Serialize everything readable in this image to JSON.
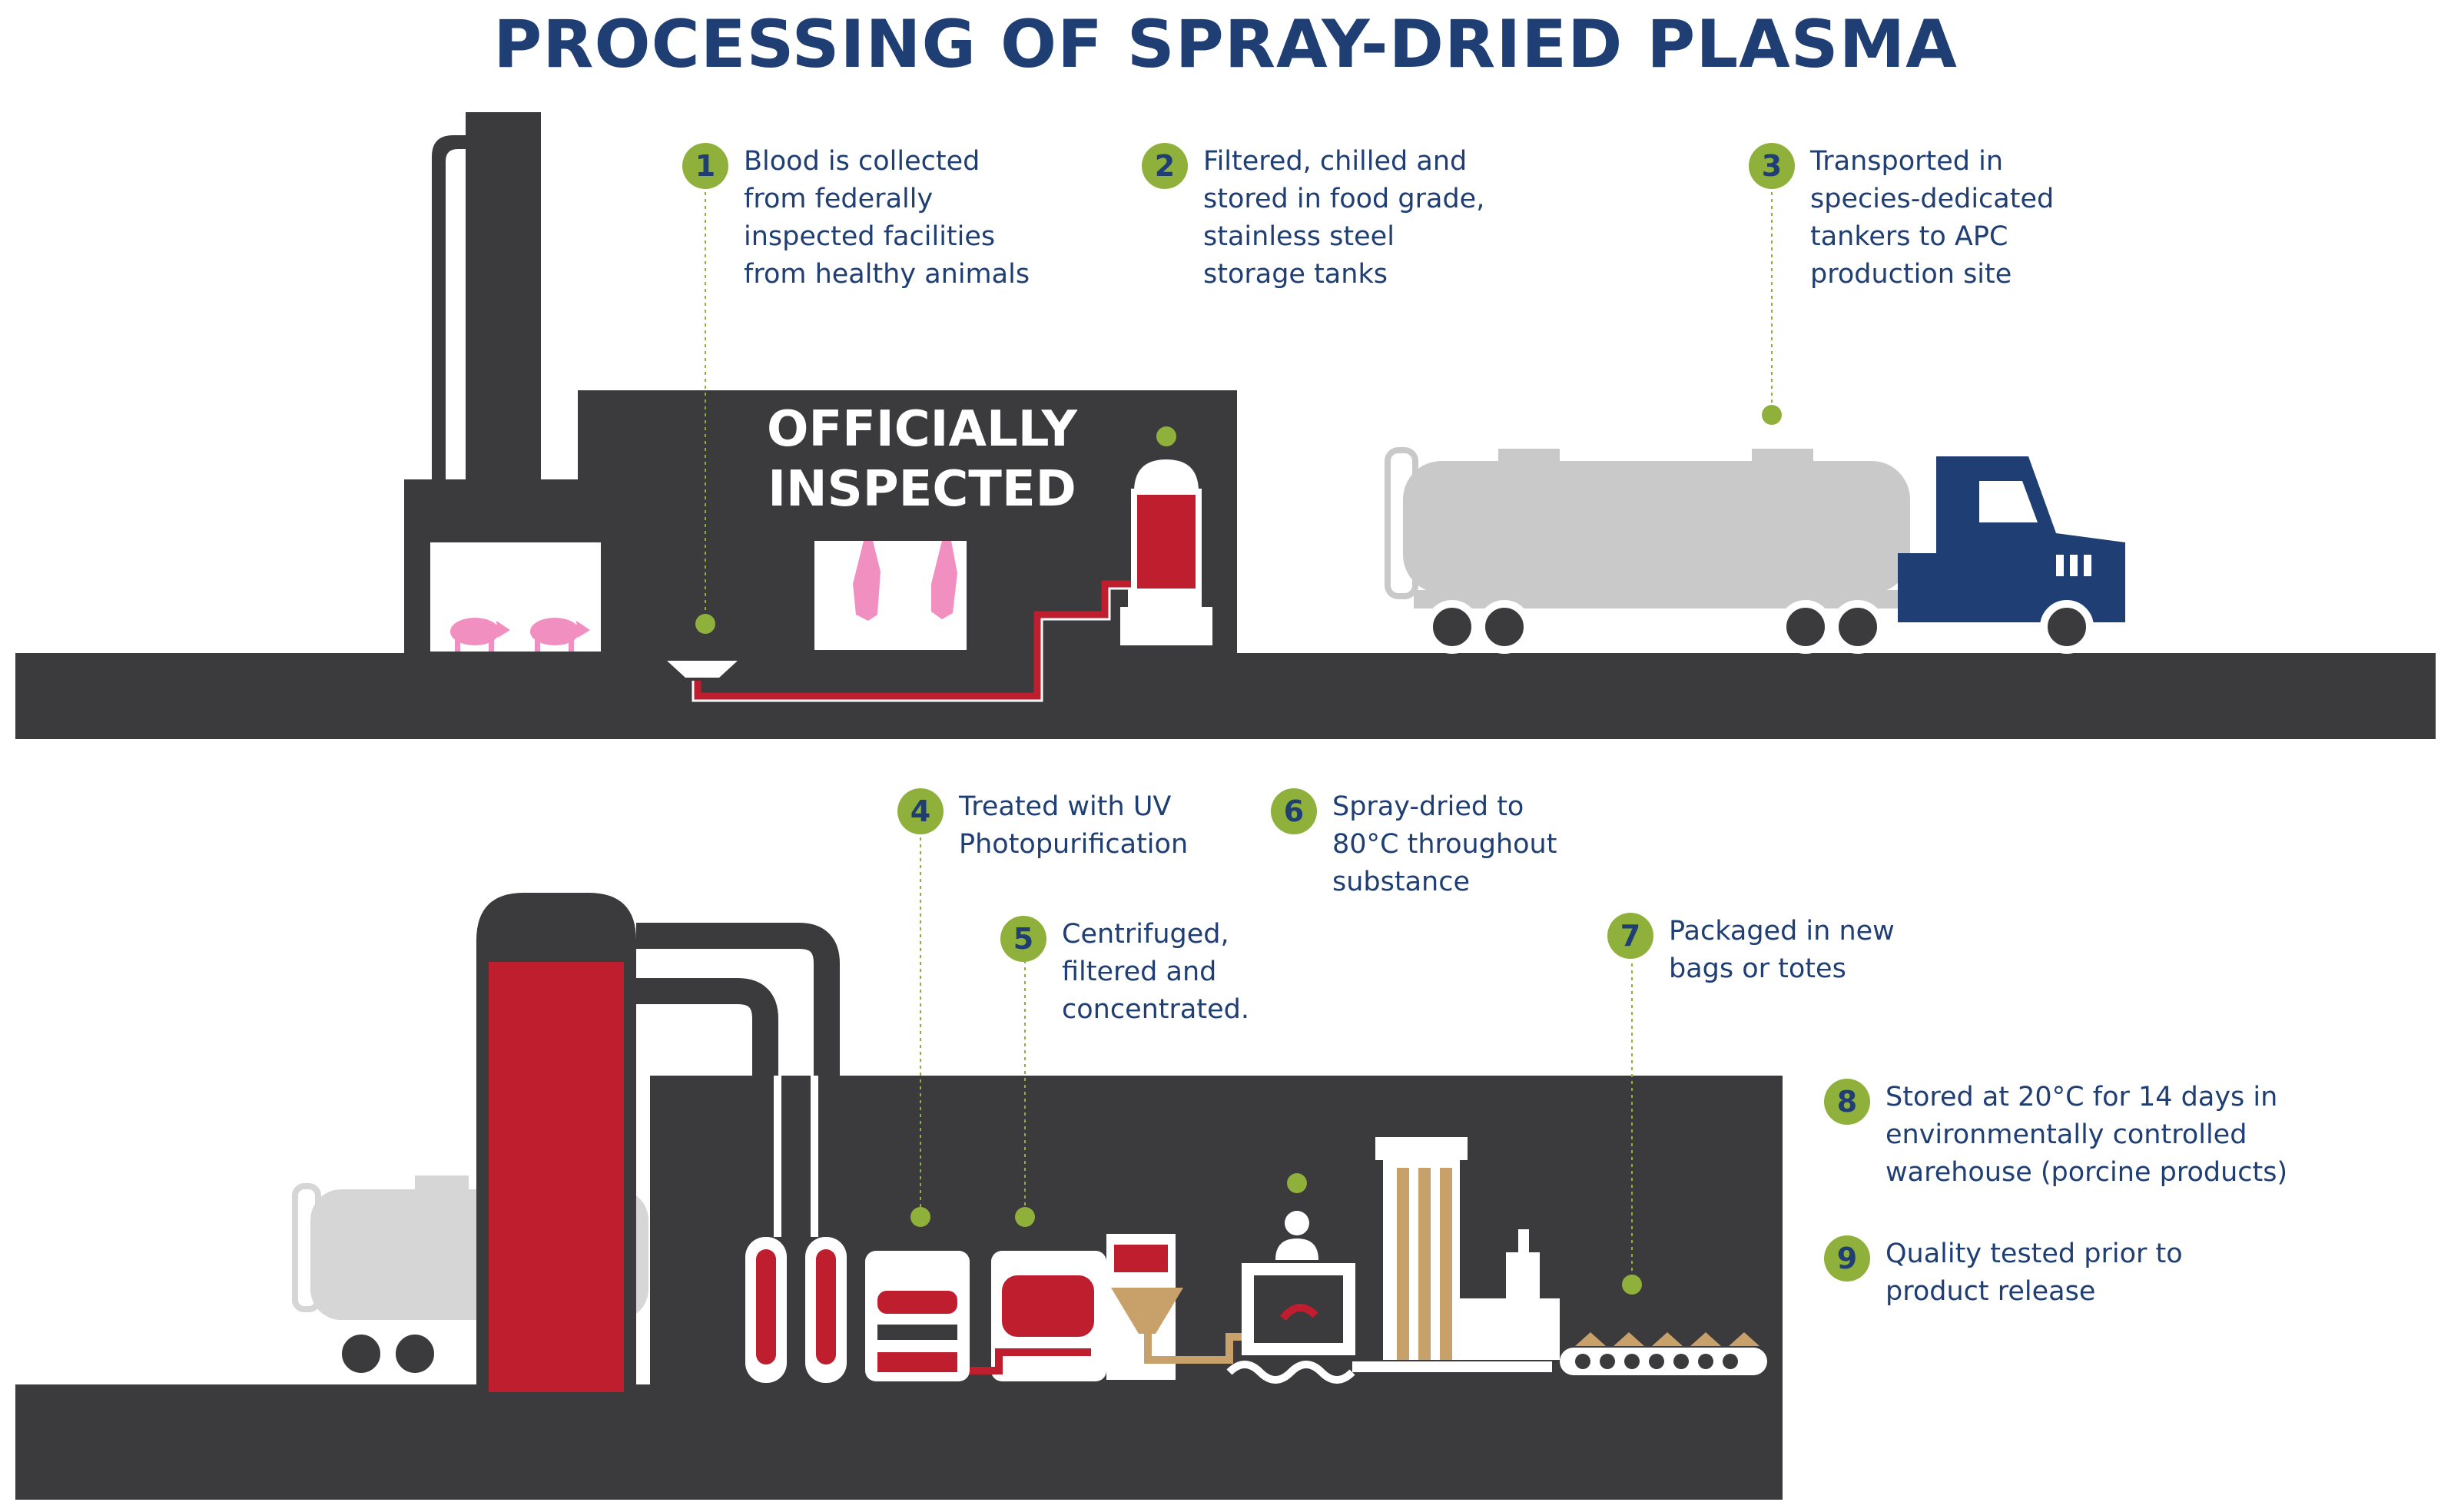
{
  "title": "PROCESSING OF SPRAY-DRIED PLASMA",
  "building_sign": "OFFICIALLY\nINSPECTED",
  "colors": {
    "title_navy": "#1f3e74",
    "badge_green": "#8fb13c",
    "building_dark": "#3b3a3c",
    "blood_red": "#be1e2d",
    "pig_pink": "#f08fc0",
    "tank_grey": "#c9c9c9",
    "truck_navy": "#1f3e74",
    "powder_tan": "#c8a06a"
  },
  "steps": [
    {
      "number": "1",
      "text": "Blood is collected\nfrom federally\ninspected facilities\nfrom healthy animals"
    },
    {
      "number": "2",
      "text": "Filtered, chilled and\nstored in food grade,\nstainless steel\nstorage tanks"
    },
    {
      "number": "3",
      "text": "Transported in\nspecies-dedicated\ntankers to APC\nproduction site"
    },
    {
      "number": "4",
      "text": "Treated with UV\nPhotopurification"
    },
    {
      "number": "5",
      "text": "Centrifuged,\nfiltered and\nconcentrated."
    },
    {
      "number": "6",
      "text": "Spray-dried to\n80°C throughout\nsubstance"
    },
    {
      "number": "7",
      "text": "Packaged in new\nbags or totes"
    },
    {
      "number": "8",
      "text": "Stored at 20°C for 14 days in\nenvironmentally controlled\nwarehouse (porcine products)"
    },
    {
      "number": "9",
      "text": "Quality tested prior to\nproduct release"
    }
  ]
}
